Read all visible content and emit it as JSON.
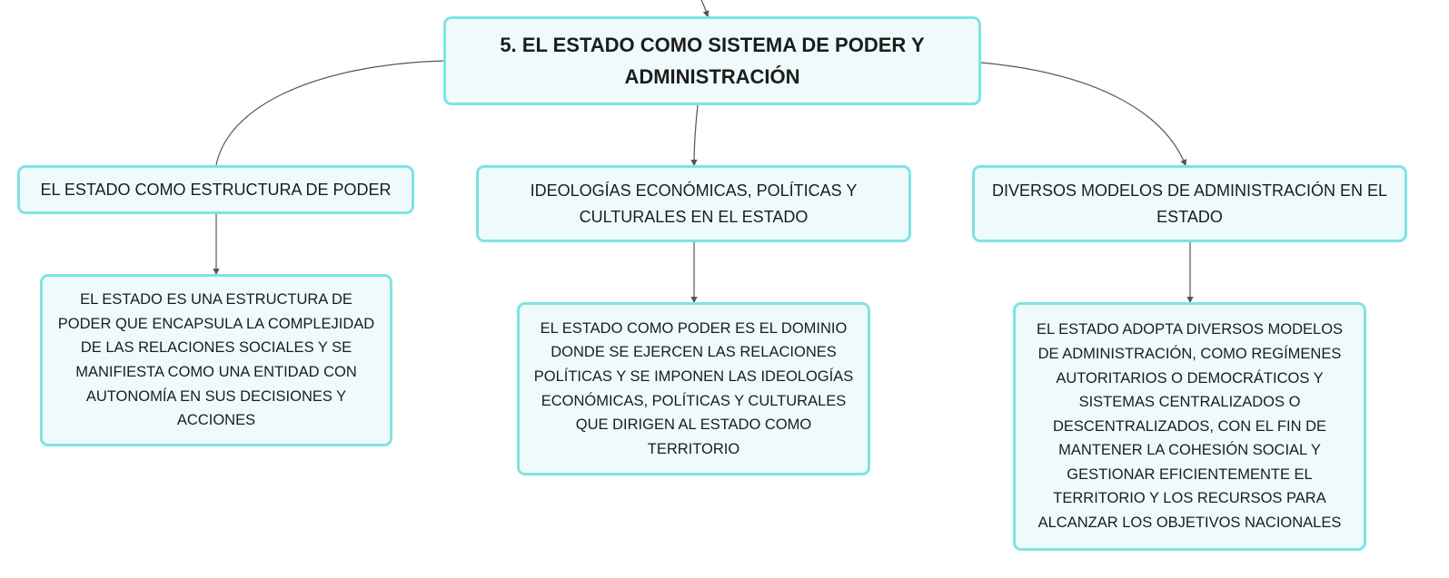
{
  "root": {
    "title": "5. EL ESTADO COMO SISTEMA DE PODER Y ADMINISTRACIÓN"
  },
  "topics": [
    {
      "title": "EL ESTADO COMO ESTRUCTURA DE PODER",
      "detail": "EL ESTADO ES UNA ESTRUCTURA DE PODER QUE ENCAPSULA LA COMPLEJIDAD DE LAS RELACIONES SOCIALES Y SE MANIFIESTA COMO UNA ENTIDAD CON AUTONOMÍA EN SUS DECISIONES Y ACCIONES"
    },
    {
      "title": "IDEOLOGÍAS ECONÓMICAS, POLÍTICAS Y CULTURALES EN EL ESTADO",
      "detail": "EL ESTADO COMO PODER ES EL DOMINIO DONDE SE EJERCEN LAS RELACIONES POLÍTICAS Y SE IMPONEN LAS IDEOLOGÍAS ECONÓMICAS, POLÍTICAS Y CULTURALES QUE DIRIGEN AL ESTADO COMO TERRITORIO"
    },
    {
      "title": "DIVERSOS MODELOS DE ADMINISTRACIÓN EN EL ESTADO",
      "detail": "EL ESTADO ADOPTA DIVERSOS MODELOS DE ADMINISTRACIÓN, COMO REGÍMENES AUTORITARIOS O DEMOCRÁTICOS Y SISTEMAS CENTRALIZADOS O DESCENTRALIZADOS, CON EL FIN DE MANTENER LA COHESIÓN SOCIAL Y GESTIONAR EFICIENTEMENTE EL TERRITORIO Y LOS RECURSOS PARA ALCANZAR LOS OBJETIVOS NACIONALES"
    }
  ],
  "colors": {
    "node_fill": "#effbfb",
    "node_border": "#7ee3e3",
    "connector": "#555555",
    "text": "#1c1c1c"
  }
}
